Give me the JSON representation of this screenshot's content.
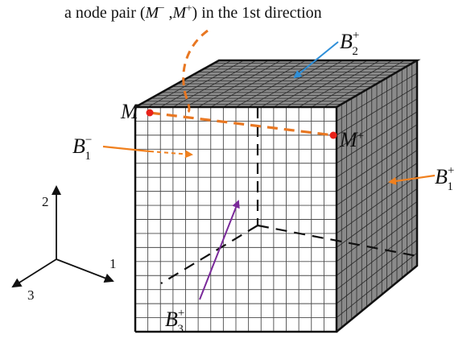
{
  "caption": {
    "before": "a node pair (",
    "m_minus_base": "M",
    "m_minus_sup": "−",
    "comma": " ,",
    "m_plus_base": "M",
    "m_plus_sup": "+",
    "after": ") in the 1st direction"
  },
  "boundary_labels": {
    "b1_minus": {
      "base": "B",
      "sub": "1",
      "sup": "−"
    },
    "b1_plus": {
      "base": "B",
      "sub": "1",
      "sup": "+"
    },
    "b2_plus": {
      "base": "B",
      "sub": "2",
      "sup": "+"
    },
    "b3_plus": {
      "base": "B",
      "sub": "3",
      "sup": "+"
    }
  },
  "node_labels": {
    "m_minus": {
      "base": "M",
      "sup": "−"
    },
    "m_plus": {
      "base": "M",
      "sup": "+"
    }
  },
  "axes": {
    "axis1": "1",
    "axis2": "2",
    "axis3": "3"
  },
  "mesh": {
    "divisions": 16
  },
  "colors": {
    "front_face": "#ffffff",
    "top_face": "#8c8c8c",
    "right_face": "#8a8a8a",
    "grid_front": "#4a4a4a",
    "grid_dark": "#2a2a2a",
    "edges": "#111111",
    "node_pair_path": "#e87722",
    "node_marker": "#e8221a",
    "arrow_b1": "#f0801e",
    "arrow_b2": "#2f8fd8",
    "arrow_b3": "#7a2a9a",
    "hidden_edges": "#111111"
  }
}
